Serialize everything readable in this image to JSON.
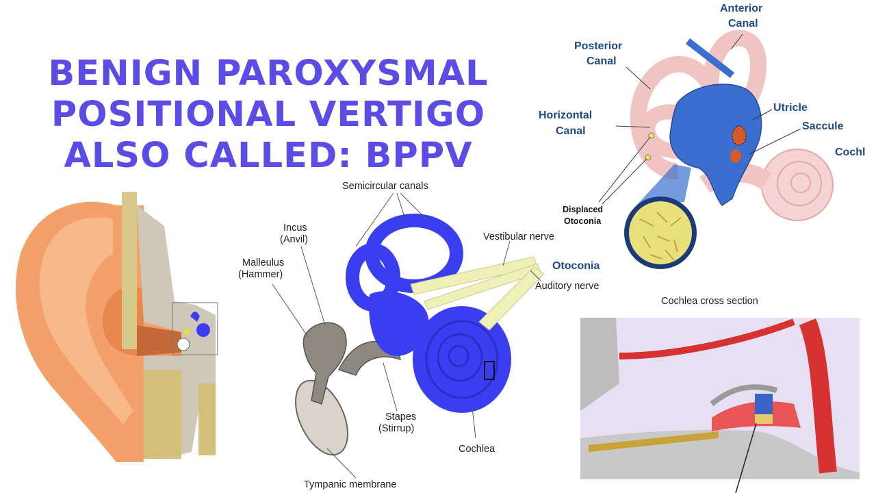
{
  "title": {
    "line1": "BENIGN PAROXYSMAL",
    "line2": "POSITIONAL VERTIGO",
    "line3": "ALSO CALLED: BPPV"
  },
  "ear_diagram": {
    "semicircular_canals": "Semicircular canals",
    "incus": [
      "Incus",
      "(Anvil)"
    ],
    "malleus": [
      "Malleulus",
      "(Hammer)"
    ],
    "vestibular_nerve": "Vestibular nerve",
    "auditory_nerve": "Auditory nerve",
    "stapes": [
      "Stapes",
      "(Stirrup)"
    ],
    "cochlea": "Cochlea",
    "tympanic_membrane": "Tympanic membrane"
  },
  "vestibule_diagram": {
    "anterior_canal": [
      "Anterior",
      "Canal"
    ],
    "posterior_canal": [
      "Posterior",
      "Canal"
    ],
    "horizontal_canal": [
      "Horizontal",
      "Canal"
    ],
    "utricle": "Utricle",
    "saccule": "Saccule",
    "cochlea": "Cochl",
    "displaced_otoconia": [
      "Displaced",
      "Otoconia"
    ],
    "otoconia": "Otoconia"
  },
  "cochlea_section": {
    "title": "Cochlea cross section"
  },
  "colors": {
    "title": "#5b4ce6",
    "inner_ear_blue": "#3a3ef0",
    "label_blue": "#1f4a86",
    "canal_pink": "#f1c4c4",
    "membrane_red": "#e03a3a",
    "skin": "#f4a06a"
  }
}
